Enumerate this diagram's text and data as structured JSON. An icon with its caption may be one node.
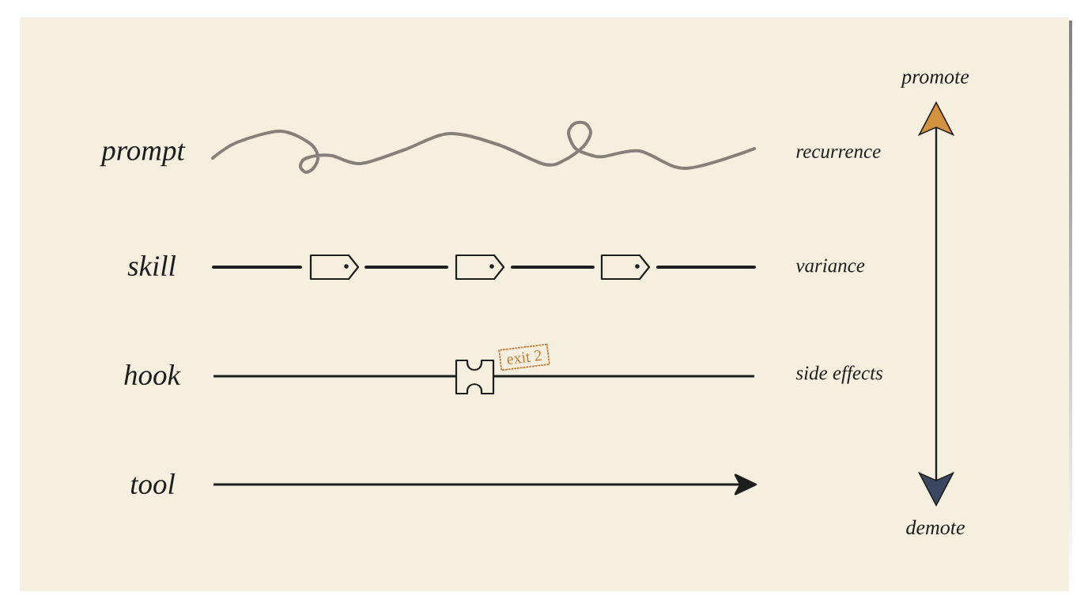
{
  "diagram": {
    "nodes": [
      {
        "text": [
          "exit 2"
        ]
      }
    ],
    "labels": [
      "promote",
      "prompt",
      "recurrence",
      "skill",
      "variance",
      "hook",
      "side effects",
      "tool",
      "demote"
    ]
  }
}
